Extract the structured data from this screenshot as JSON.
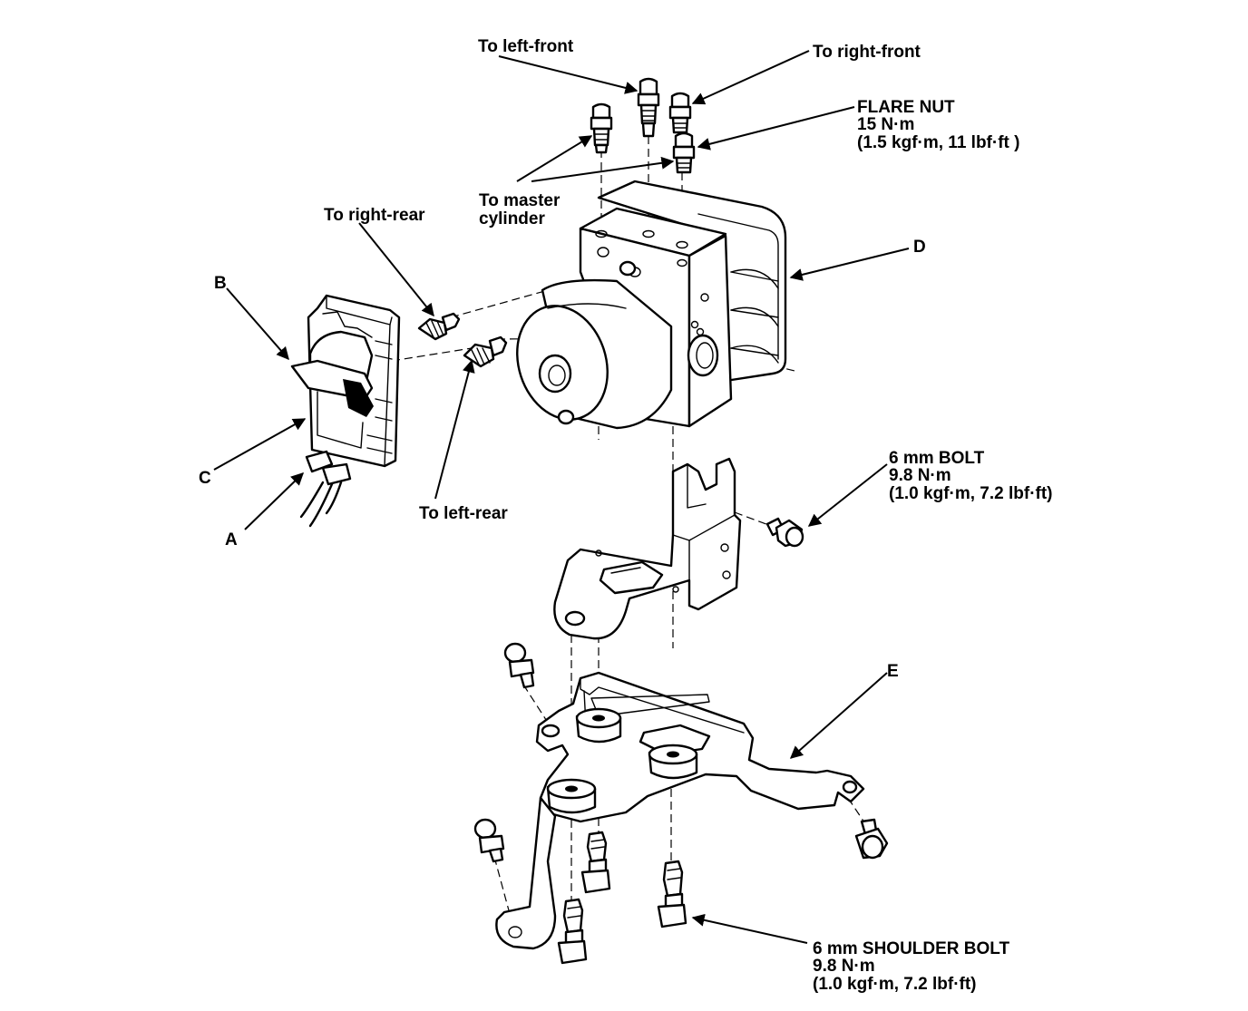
{
  "labels": {
    "to_left_front": "To left-front",
    "to_right_front": "To right-front",
    "flare_nut": {
      "line1": "FLARE NUT",
      "line2": "15 N·m",
      "line3": "(1.5 kgf·m, 11 lbf·ft )"
    },
    "to_master": {
      "line1": "To master",
      "line2": "cylinder"
    },
    "to_right_rear": "To right-rear",
    "to_left_rear": "To left-rear",
    "callout_a": "A",
    "callout_b": "B",
    "callout_c": "C",
    "callout_d": "D",
    "callout_e": "E",
    "bolt_6mm": {
      "line1": "6 mm BOLT",
      "line2": "9.8 N·m",
      "line3": "(1.0 kgf·m, 7.2 lbf·ft)"
    },
    "shoulder_bolt": {
      "line1": "6 mm SHOULDER BOLT",
      "line2": "9.8 N·m",
      "line3": "(1.0 kgf·m, 7.2 lbf·ft)"
    }
  }
}
